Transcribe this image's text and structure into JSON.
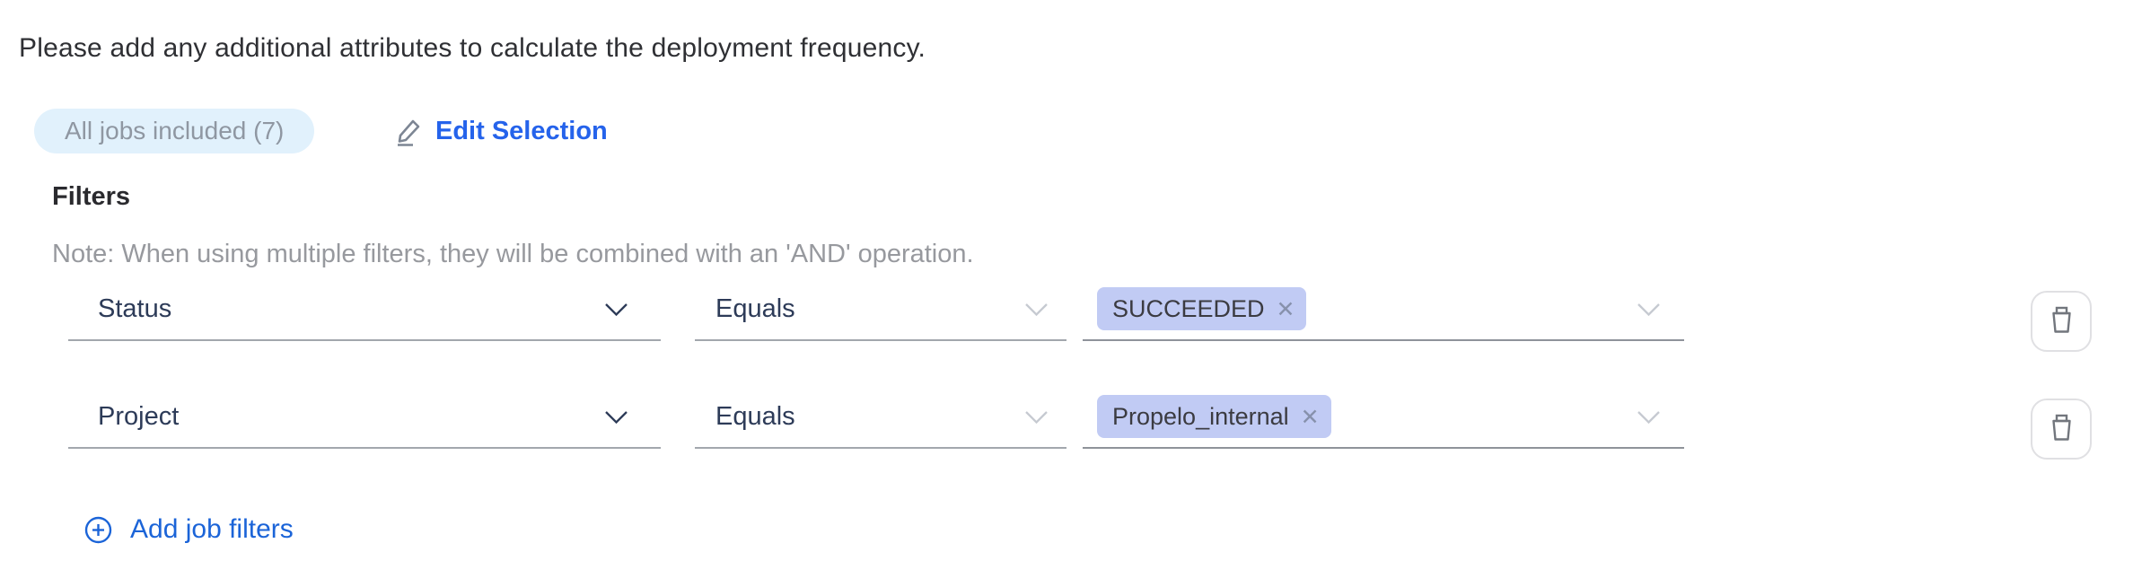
{
  "header": {
    "instruction": "Please add any additional attributes to calculate the deployment frequency."
  },
  "jobs": {
    "badge_label": "All jobs included (7)",
    "edit_label": "Edit Selection"
  },
  "filters": {
    "section_label": "Filters",
    "note": "Note: When using multiple filters, they will be combined with an 'AND' operation.",
    "rows": [
      {
        "attribute": "Status",
        "operator": "Equals",
        "values": [
          {
            "label": "SUCCEEDED"
          }
        ]
      },
      {
        "attribute": "Project",
        "operator": "Equals",
        "values": [
          {
            "label": "Propelo_internal"
          }
        ]
      }
    ],
    "add_label": "Add job filters"
  },
  "icons": {
    "remove_glyph": "✕",
    "edit_icon": "pencil-underline",
    "delete_icon": "trash",
    "add_icon": "plus-circle",
    "select_icon": "chevron-down"
  },
  "colors": {
    "edit_link_blue": "#2563eb",
    "add_link_blue": "#1b64d8",
    "badge_background": "#e1f1fc",
    "badge_text": "#8f97a2",
    "tag_background": "#c1cbf4",
    "tag_text": "#3b3b41",
    "select_text": "#2d3b58",
    "note_text": "#97999e",
    "underline_gray": "#a2a7ad",
    "trash_icon_gray": "#72767d"
  }
}
